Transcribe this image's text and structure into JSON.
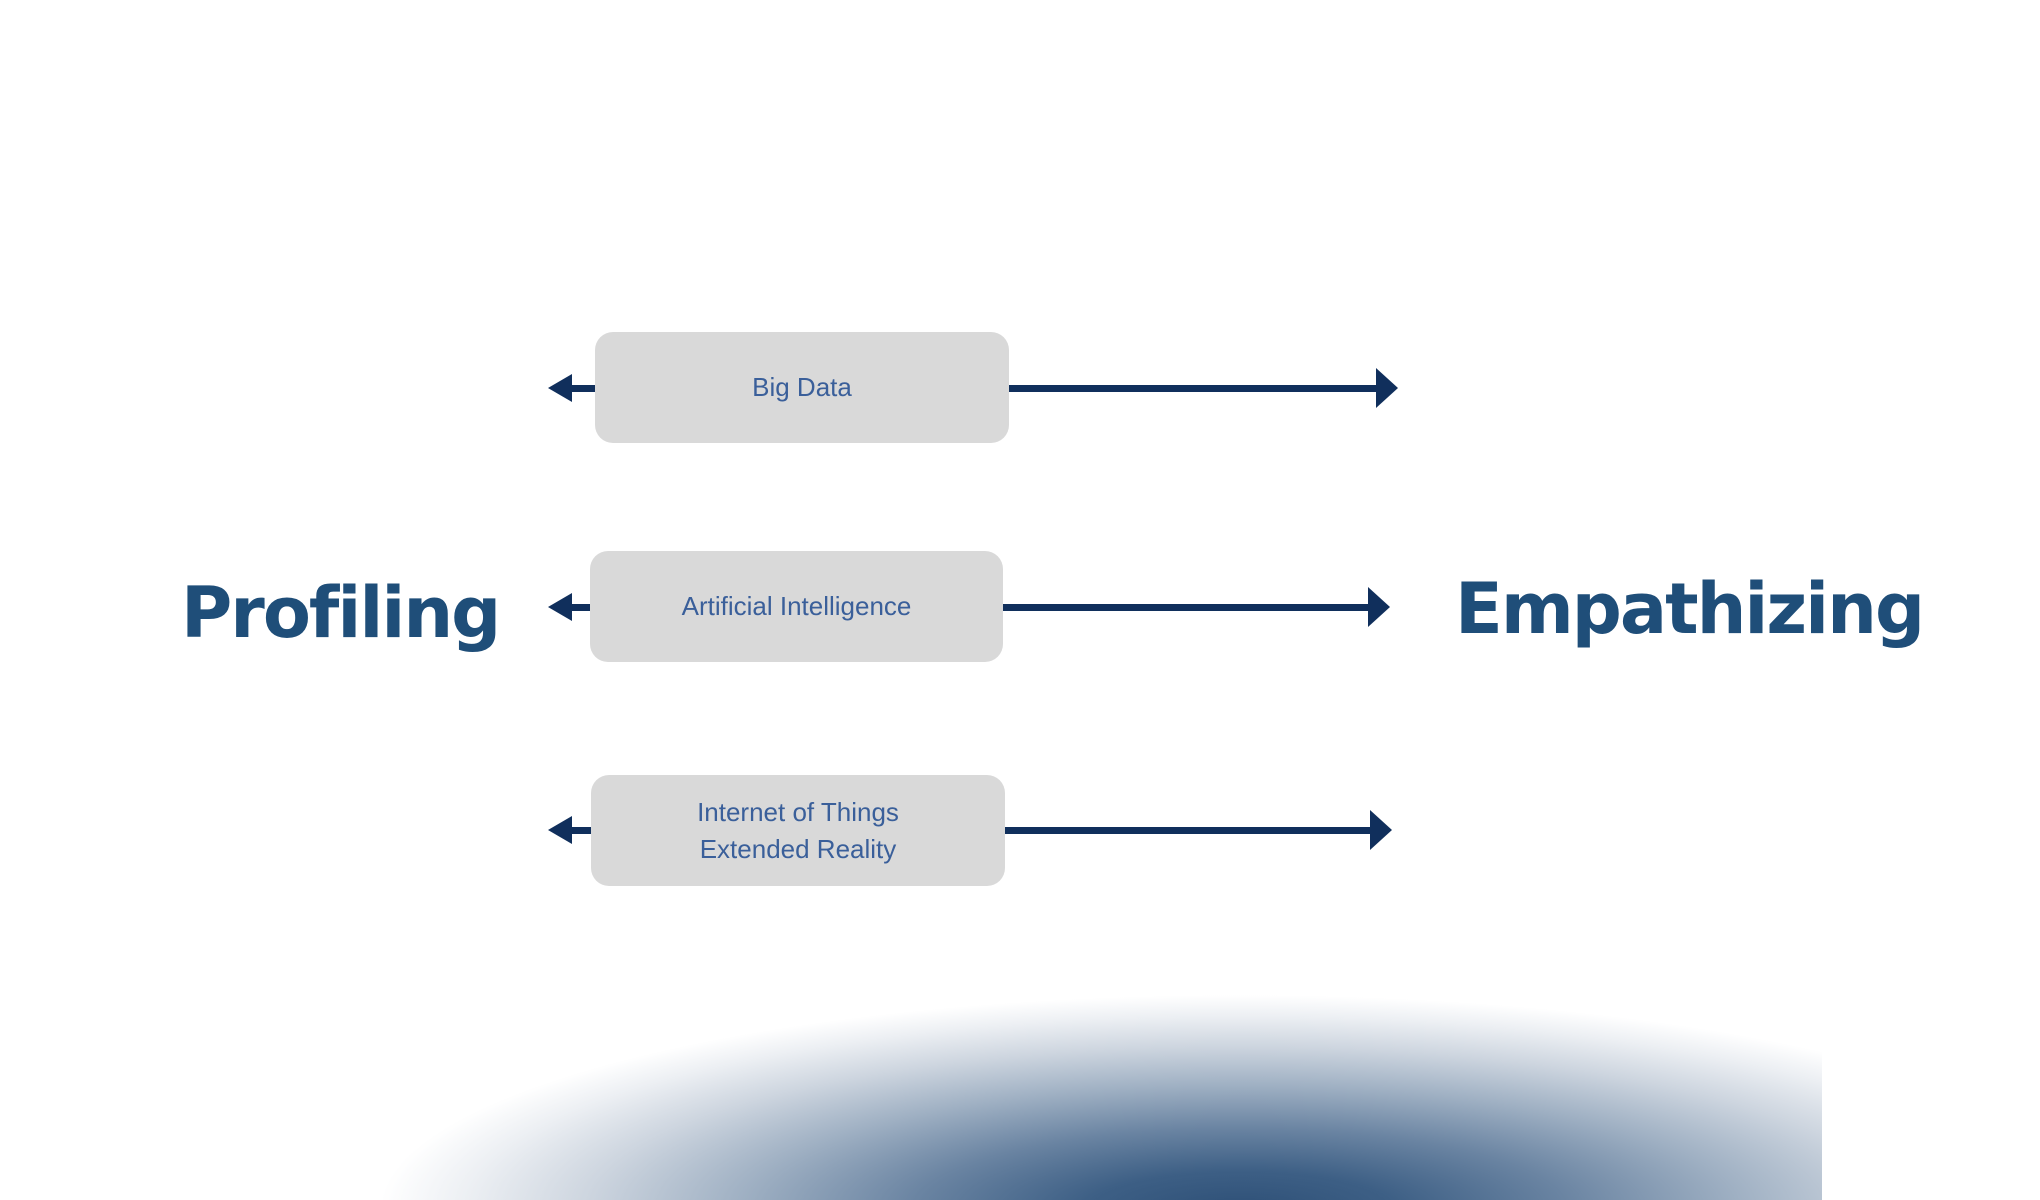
{
  "diagram": {
    "left_label": "Profiling",
    "right_label": "Empathizing",
    "rows": [
      {
        "lines": [
          "Big Data"
        ]
      },
      {
        "lines": [
          "Artificial Intelligence"
        ]
      },
      {
        "lines": [
          "Internet of Things",
          "Extended Reality"
        ]
      }
    ]
  },
  "colors": {
    "label_text": "#1f4e79",
    "box_fill": "#d9d9d9",
    "box_text": "#3a5f9a",
    "arrow": "#102f5c",
    "dome_dark": "#2e5077"
  }
}
